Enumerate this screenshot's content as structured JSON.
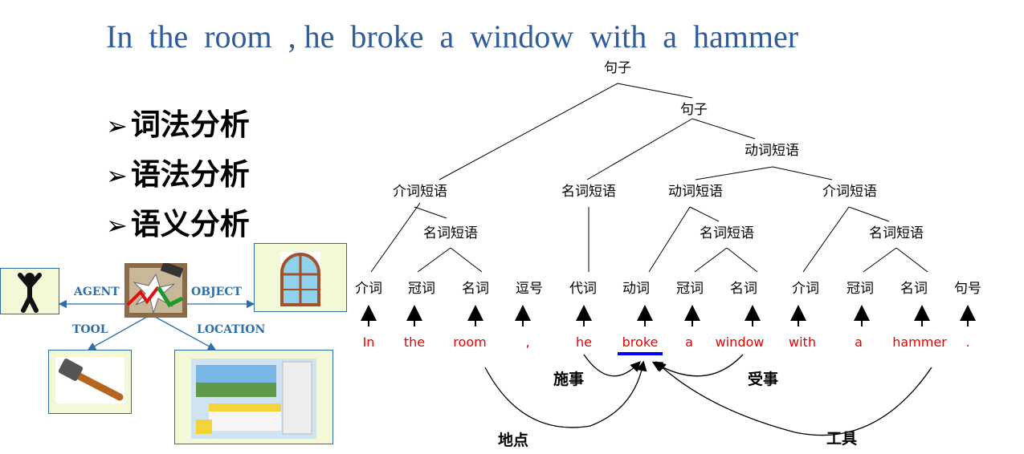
{
  "title": "In  the  room  , he  broke  a  window  with  a  hammer",
  "bullets": [
    "词法分析",
    "语法分析",
    "语义分析"
  ],
  "bullet_marker": "➢",
  "semantic_roles": {
    "agent": "AGENT",
    "object": "OBJECT",
    "tool": "TOOL",
    "location": "LOCATION"
  },
  "tree": {
    "root": "句子",
    "sub_sentence": "句子",
    "vp_top": "动词短语",
    "pp1": "介词短语",
    "np_he": "名词短语",
    "vp_inner": "动词短语",
    "pp2": "介词短语",
    "np1": "名词短语",
    "np2": "名词短语",
    "np3": "名词短语"
  },
  "pos_tags": [
    "介词",
    "冠词",
    "名词",
    "逗号",
    "代词",
    "动词",
    "冠词",
    "名词",
    "介词",
    "冠词",
    "名词",
    "句号"
  ],
  "words": [
    "In",
    "the",
    "room",
    ",",
    "he",
    "broke",
    "a",
    "window",
    "with",
    "a",
    "hammer",
    "."
  ],
  "role_labels": {
    "agent": "施事",
    "patient": "受事",
    "location": "地点",
    "tool": "工具"
  },
  "colors": {
    "title": "#2e5c9e",
    "word": "#e60000",
    "highlight": "#0000ff",
    "box_border": "#2d6ea8",
    "box_fill": "#f3f8d6"
  }
}
